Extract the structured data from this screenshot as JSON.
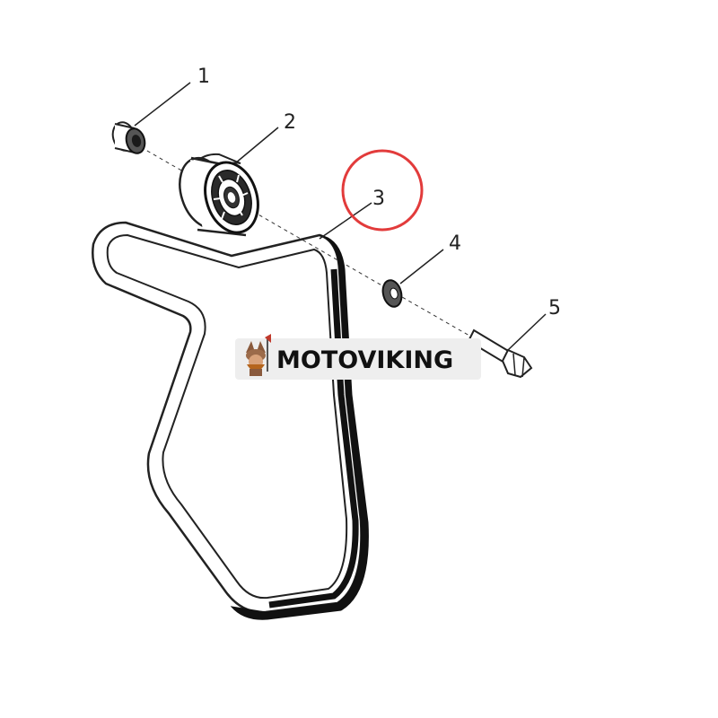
{
  "diagram": {
    "callouts": [
      {
        "id": "1",
        "label": "1"
      },
      {
        "id": "2",
        "label": "2"
      },
      {
        "id": "3",
        "label": "3"
      },
      {
        "id": "4",
        "label": "4"
      },
      {
        "id": "5",
        "label": "5"
      }
    ],
    "highlight_target": "3",
    "highlight_color": "#e23b3b",
    "line_color": "#222222",
    "belt_fill": "#111111"
  },
  "watermark": {
    "text": "MOTOVIKING",
    "icon": "viking-mascot-icon",
    "background": "#eeeeee",
    "text_color": "#111111"
  }
}
